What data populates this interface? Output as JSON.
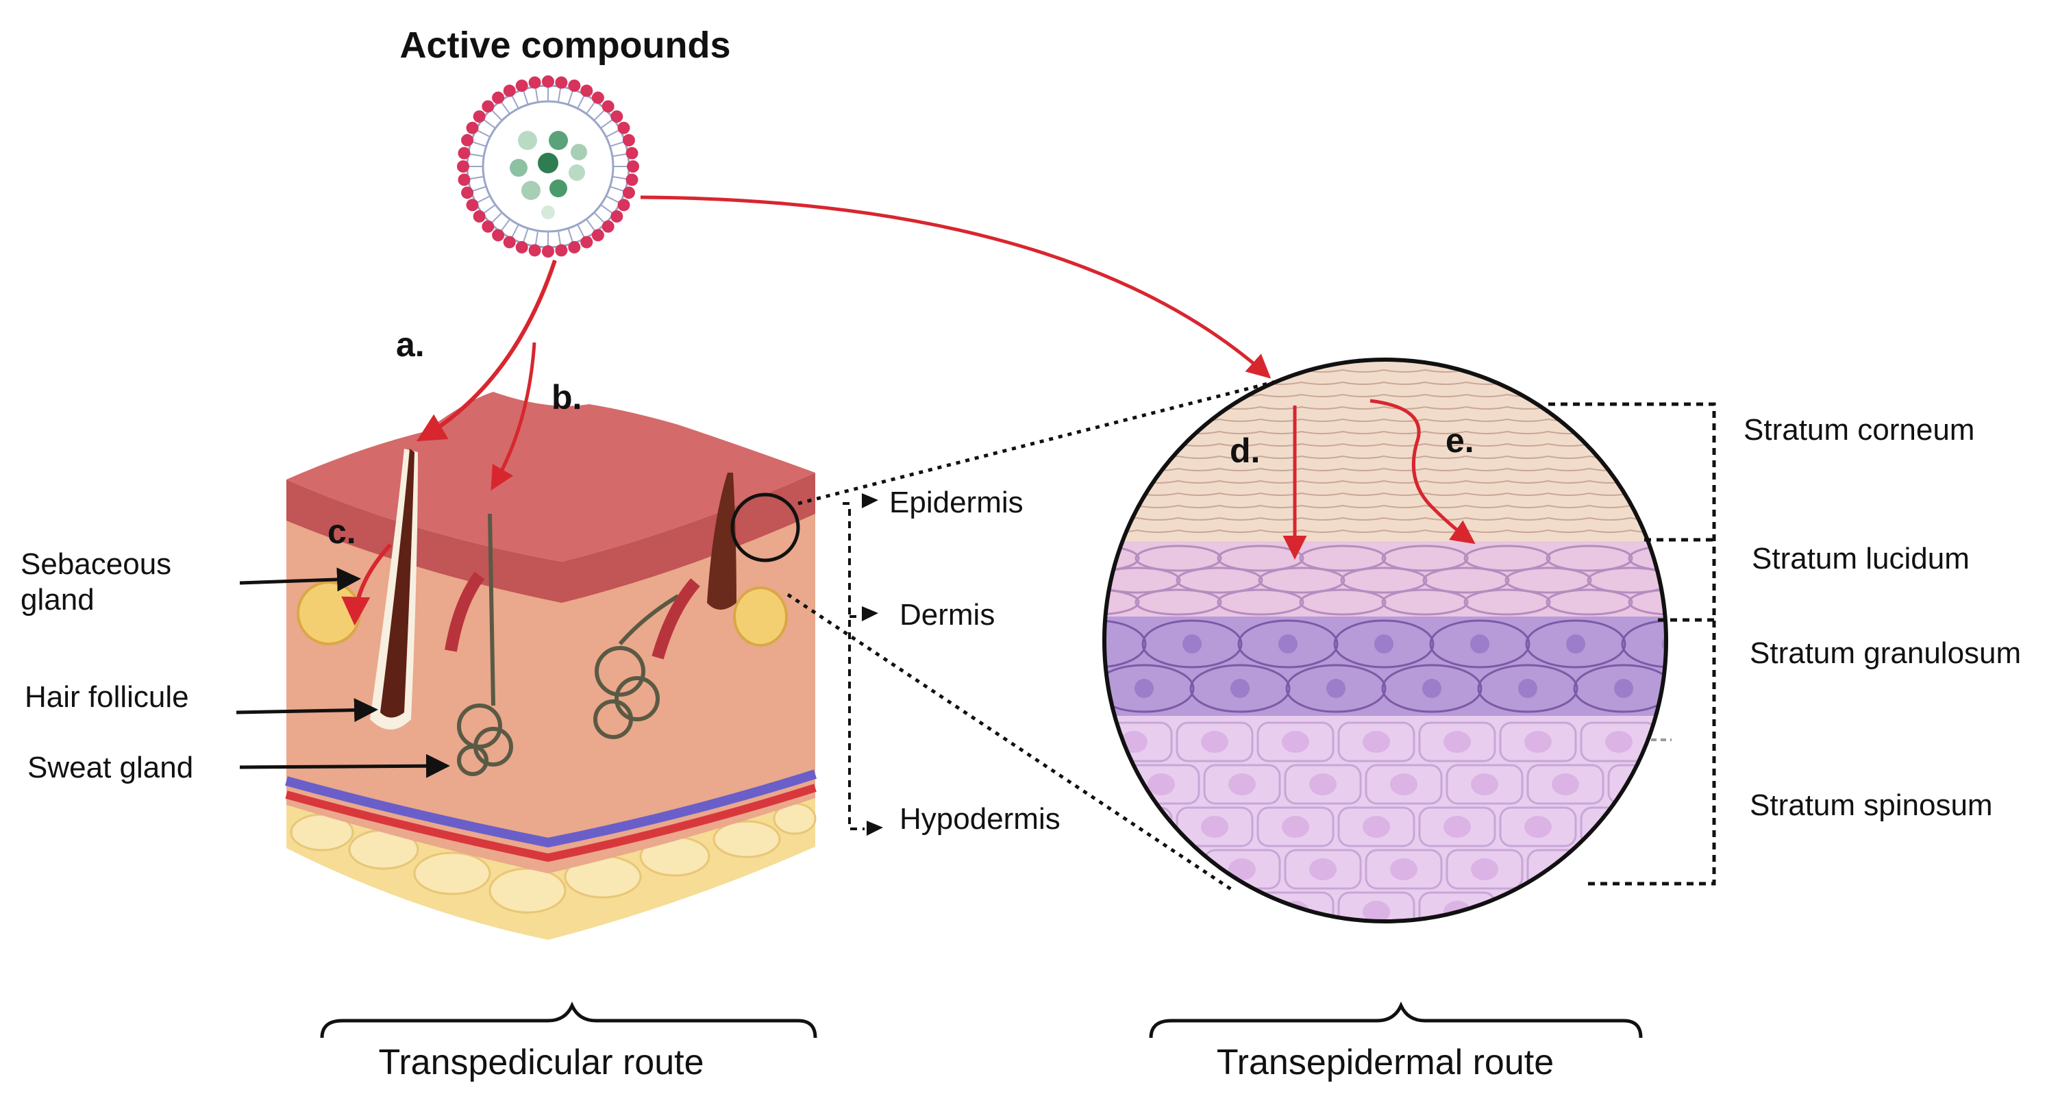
{
  "title": "Active compounds",
  "route_letters": {
    "a": "a.",
    "b": "b.",
    "c": "c.",
    "d": "d.",
    "e": "e."
  },
  "left_labels": {
    "sebaceous_line1": "Sebaceous",
    "sebaceous_line2": "gland",
    "hair_follicle": "Hair follicule",
    "sweat_gland": "Sweat gland"
  },
  "skin_layers": {
    "epidermis": "Epidermis",
    "dermis": "Dermis",
    "hypodermis": "Hypodermis"
  },
  "epidermis_strata": {
    "corneum": "Stratum corneum",
    "lucidum": "Stratum lucidum",
    "granulosum": "Stratum granulosum",
    "spinosum": "Stratum spinosum"
  },
  "routes": {
    "left": "Transpedicular route",
    "right": "Transepidermal route"
  },
  "colors": {
    "arrow_red": "#d8262f",
    "membrane_red": "#d7335c",
    "particle_green": "#5aa37a",
    "skin_top": "#c9565a",
    "dermis": "#e9a58a",
    "fat": "#f4d88c",
    "corneum": "#f1dccb",
    "lucidum": "#e9c6e1",
    "granulosum": "#b79ad8",
    "spinosum": "#e8cdef"
  }
}
